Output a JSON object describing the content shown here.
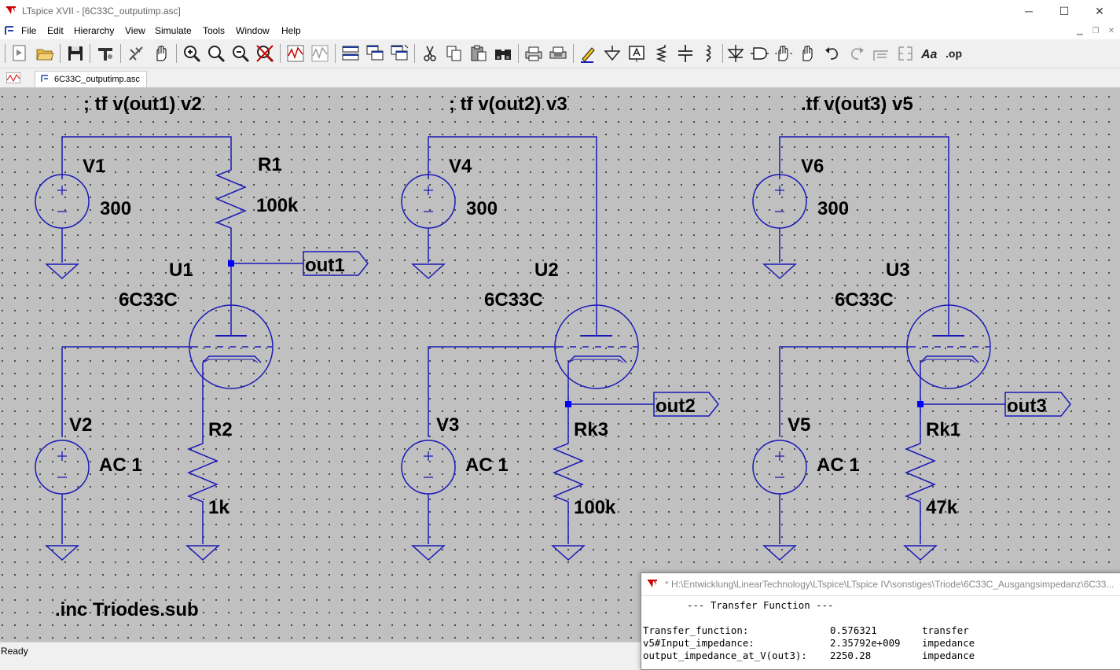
{
  "window": {
    "title": "LTspice XVII - [6C33C_outputimp.asc]",
    "minimize_glyph": "─",
    "maximize_glyph": "☐",
    "close_glyph": "✕"
  },
  "menu": {
    "items": [
      {
        "label": "File"
      },
      {
        "label": "Edit"
      },
      {
        "label": "Hierarchy"
      },
      {
        "label": "View"
      },
      {
        "label": "Simulate"
      },
      {
        "label": "Tools"
      },
      {
        "label": "Window"
      },
      {
        "label": "Help"
      }
    ],
    "mdi_minimize": "▁",
    "mdi_restore": "❐",
    "mdi_close": "✕"
  },
  "toolbar": {
    "buttons": [
      "new-schematic-icon",
      "open-icon",
      "save-icon",
      "control-panel-icon",
      "run-icon",
      "halt-icon",
      "zoom-in-icon",
      "zoom-full-icon",
      "zoom-out-icon",
      "zoom-cancel-icon",
      "waveform-autorange-icon",
      "waveform-tile-icon",
      "tile-horizontal-icon",
      "cascade-icon",
      "tile-vertical-icon",
      "cut-icon",
      "copy-icon",
      "paste-icon",
      "find-icon",
      "print-icon",
      "print-preview-icon",
      "draw-wire-icon",
      "ground-icon",
      "label-net-icon",
      "resistor-icon",
      "capacitor-icon",
      "inductor-icon",
      "diode-icon",
      "component-icon",
      "move-icon",
      "drag-icon",
      "undo-icon",
      "redo-icon",
      "rotate-icon",
      "mirror-icon",
      "text-icon",
      "spice-directive-icon"
    ],
    "spice_directive_label": ".op",
    "text_label": "Aa"
  },
  "tab": {
    "label": "6C33C_outputimp.asc"
  },
  "schematic": {
    "directives": [
      "; tf v(out1) v2",
      "; tf v(out2) v3",
      ".tf v(out3) v5",
      ".inc Triodes.sub"
    ],
    "circuit1": {
      "v_top": "V1",
      "v_top_val": "300",
      "r_top": "R1",
      "r_top_val": "100k",
      "tube": "U1",
      "tube_model": "6C33C",
      "v_in": "V2",
      "v_in_val": "AC 1",
      "r_bot": "R2",
      "r_bot_val": "1k",
      "out": "out1"
    },
    "circuit2": {
      "v_top": "V4",
      "v_top_val": "300",
      "tube": "U2",
      "tube_model": "6C33C",
      "v_in": "V3",
      "v_in_val": "AC 1",
      "r_bot": "Rk3",
      "r_bot_val": "100k",
      "out": "out2"
    },
    "circuit3": {
      "v_top": "V6",
      "v_top_val": "300",
      "tube": "U3",
      "tube_model": "6C33C",
      "v_in": "V5",
      "v_in_val": "AC 1",
      "r_bot": "Rk1",
      "r_bot_val": "47k",
      "out": "out3"
    },
    "wire_color": "#1a1ab8",
    "junction_color": "#0000ff"
  },
  "output_window": {
    "title": "* H:\\Entwicklung\\LinearTechnology\\LTspice\\LTspice IV\\sonstiges\\Triode\\6C33C_Ausgangsimpedanz\\6C33...",
    "heading": "--- Transfer Function ---",
    "rows": [
      {
        "name": "Transfer_function:",
        "value": "0.576321",
        "unit": "transfer"
      },
      {
        "name": "v5#Input_impedance:",
        "value": "2.35792e+009",
        "unit": "impedance"
      },
      {
        "name": "output_impedance_at_V(out3):",
        "value": "2250.28",
        "unit": "impedance"
      }
    ]
  },
  "status": {
    "text": "Ready"
  }
}
